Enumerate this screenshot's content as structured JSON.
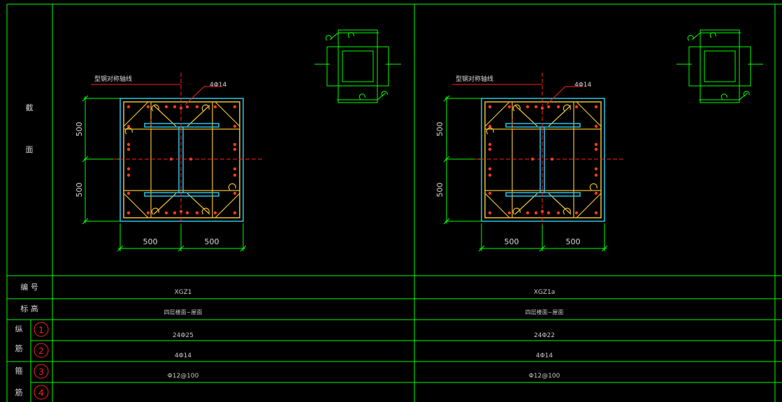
{
  "side_labels": {
    "section_a": "截",
    "section_b": "面",
    "number": "编 号",
    "elevation": "标 高",
    "long_a": "纵",
    "long_b": "筋",
    "stir_a": "箍",
    "stir_b": "筋"
  },
  "row_circles": [
    "1",
    "2",
    "3",
    "4"
  ],
  "columns": [
    {
      "leader_text": "型钢对称轴线",
      "bar_callout": "4Φ14",
      "dims_vertical": [
        "500",
        "500"
      ],
      "dims_horizontal": [
        "500",
        "500"
      ],
      "number": "XGZ1",
      "elevation": "四层楼面~屋面",
      "row1": "24Φ25",
      "row2": "4Φ14",
      "row3": "Φ12@100",
      "row4": ""
    },
    {
      "leader_text": "型钢对称轴线",
      "bar_callout": "4Φ14",
      "dims_vertical": [
        "500",
        "500"
      ],
      "dims_horizontal": [
        "500",
        "500"
      ],
      "number": "XGZ1a",
      "elevation": "四层楼面~屋面",
      "row1": "24Φ22",
      "row2": "4Φ14",
      "row3": "Φ12@100",
      "row4": ""
    }
  ],
  "colors": {
    "grid": "#00ff00",
    "steel": "#2ec4e8",
    "rebar": "#ff3a1a",
    "stirrup": "#f0c030",
    "axis": "#ff2222"
  }
}
